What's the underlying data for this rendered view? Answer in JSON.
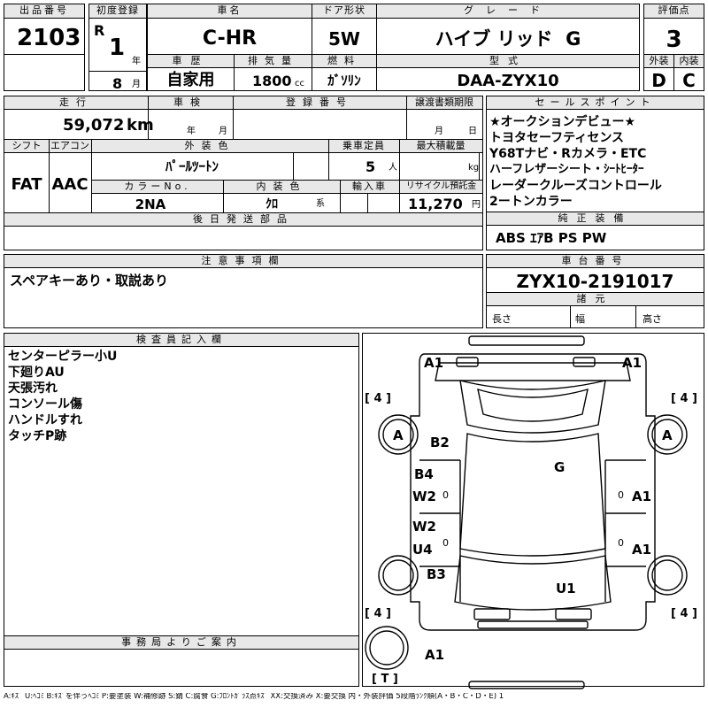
{
  "header": {
    "lot_label": "出品番号",
    "lot_number": "2103",
    "first_reg_label": "初度登録",
    "era": "R",
    "reg_year": "1",
    "year_unit": "年",
    "reg_month": "8",
    "month_unit": "月",
    "car_name_label": "車名",
    "car_name": "C-HR",
    "door_label": "ドア形状",
    "door": "5W",
    "grade_label": "グレード",
    "grade": "ハイブ リッド  G",
    "score_label": "評価点",
    "score": "3",
    "history_label": "車歴",
    "history": "自家用",
    "displacement_label": "排気量",
    "displacement": "1800",
    "displacement_unit": "cc",
    "fuel_label": "燃料",
    "fuel": "ｶﾞｿﾘﾝ",
    "model_label": "型式",
    "model": "DAA-ZYX10",
    "exterior_label": "外装",
    "exterior": "D",
    "interior_label": "内装",
    "interior": "C"
  },
  "specs": {
    "mileage_label": "走行",
    "mileage": "59,072",
    "mileage_unit": "km",
    "inspection_label": "車検",
    "insp_year_unit": "年",
    "insp_month_unit": "月",
    "registration_label": "登録番号",
    "transfer_label": "譲渡書類期限",
    "transfer_month_unit": "月",
    "transfer_day_unit": "日",
    "shift_label": "シフト",
    "shift": "FAT",
    "ac_label": "エアコン",
    "ac": "AAC",
    "ext_color_label": "外装色",
    "ext_color": "ﾊﾟｰﾙﾂｰﾄﾝ",
    "capacity_label": "乗車定員",
    "capacity": "5",
    "capacity_unit": "人",
    "max_load_label": "最大積載量",
    "max_load_unit": "kg",
    "color_no_label": "カラーNo.",
    "color_no": "2NA",
    "int_color_label": "内装色",
    "int_color": "ｸﾛ",
    "int_color_unit": "系",
    "import_label": "輸入車",
    "recycle_label": "リサイクル預託金",
    "recycle": "11,270",
    "recycle_unit": "円",
    "later_parts_label": "後日発送部品"
  },
  "sales_points": {
    "label": "セールスポイント",
    "lines": [
      "★オークションデビュー★",
      "トヨタセーフティセンス",
      "Y68Tナビ・Rカメラ・ETC",
      "ハーフレザーシート・ｼｰﾄﾋｰﾀｰ",
      "レーダークルーズコントロール",
      "2ートンカラー"
    ]
  },
  "genuine": {
    "label": "純正装備",
    "items": "ABS ｴｱB PS PW"
  },
  "notes": {
    "label": "注意事項欄",
    "text": "スペアキーあり・取説あり"
  },
  "chassis": {
    "label": "車台番号",
    "number": "ZYX10-2191017"
  },
  "specs2": {
    "label": "諸元",
    "length": "長さ",
    "width": "幅",
    "height": "高さ"
  },
  "inspector": {
    "label": "検査員記入欄",
    "lines": [
      "センターピラー小U",
      "下廻りAU",
      "天張汚れ",
      "コンソール傷",
      "ハンドルすれ",
      "タッチP跡"
    ]
  },
  "office": {
    "label": "事務局よりご案内"
  },
  "diagram": {
    "marks": {
      "a1_tl": "A1",
      "a1_tr": "A1",
      "b2": "B2",
      "g": "G",
      "b4": "B4",
      "w2a": "W2",
      "w2b": "W2",
      "u4": "U4",
      "b3": "B3",
      "a1_r1": "A1",
      "a1_r2": "A1",
      "u1": "U1",
      "a1_bottom": "A1",
      "a_fl": "A",
      "a_fr": "A",
      "tire_tl": "[ 4 ]",
      "tire_tr": "[ 4 ]",
      "tire_bl": "[ 4 ]",
      "tire_br": "[ 4 ]",
      "spare": "[ T ]",
      "zero": "0"
    }
  },
  "legend": "A:ｷｽﾞ U:ﾍｺﾐ B:ｷｽﾞを伴うﾍｺﾐ P:要塗装 W:補修跡 S:錆 C:腐食 G:ﾌﾛﾝﾄｶﾞﾗｽ点ｷｽﾞ XX:交換済み X:要交換  内・外装評価 5段階ﾗﾝｸ順(A・B・C・D・E) 1"
}
